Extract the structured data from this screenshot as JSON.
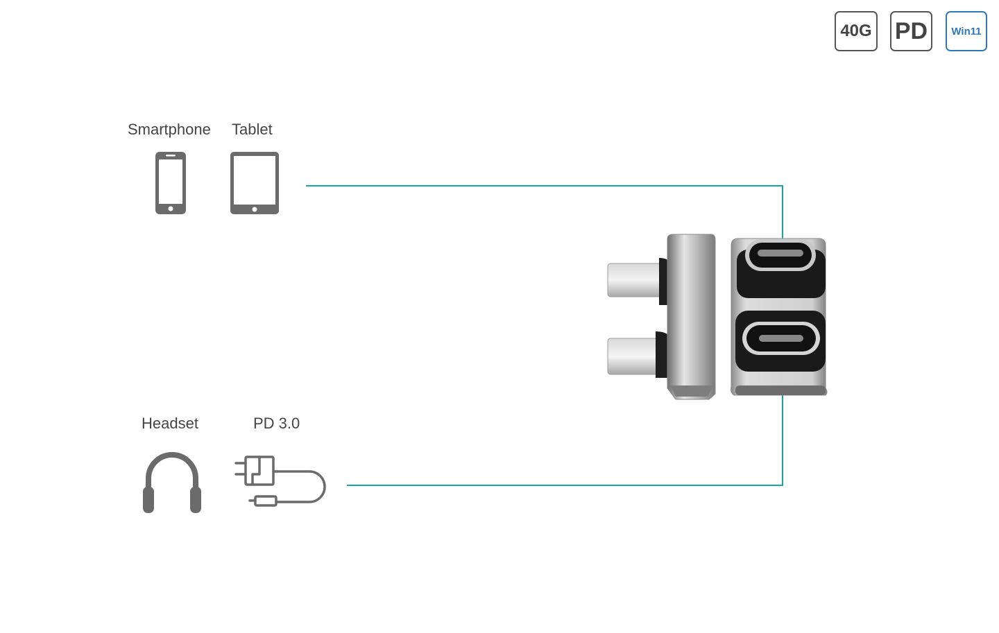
{
  "badges": {
    "speed": "40G",
    "power": "PD",
    "os": "Win11"
  },
  "devices": {
    "smartphone": "Smartphone",
    "tablet": "Tablet",
    "headset": "Headset",
    "charger": "PD 3.0"
  },
  "icons": {
    "smartphone": "smartphone-icon",
    "tablet": "tablet-icon",
    "headset": "headphones-icon",
    "charger": "charger-cable-icon"
  },
  "colors": {
    "connector_line": "#1aa5a5",
    "os_badge": "#2f78b5",
    "icon_gray": "#6b6b6b"
  }
}
